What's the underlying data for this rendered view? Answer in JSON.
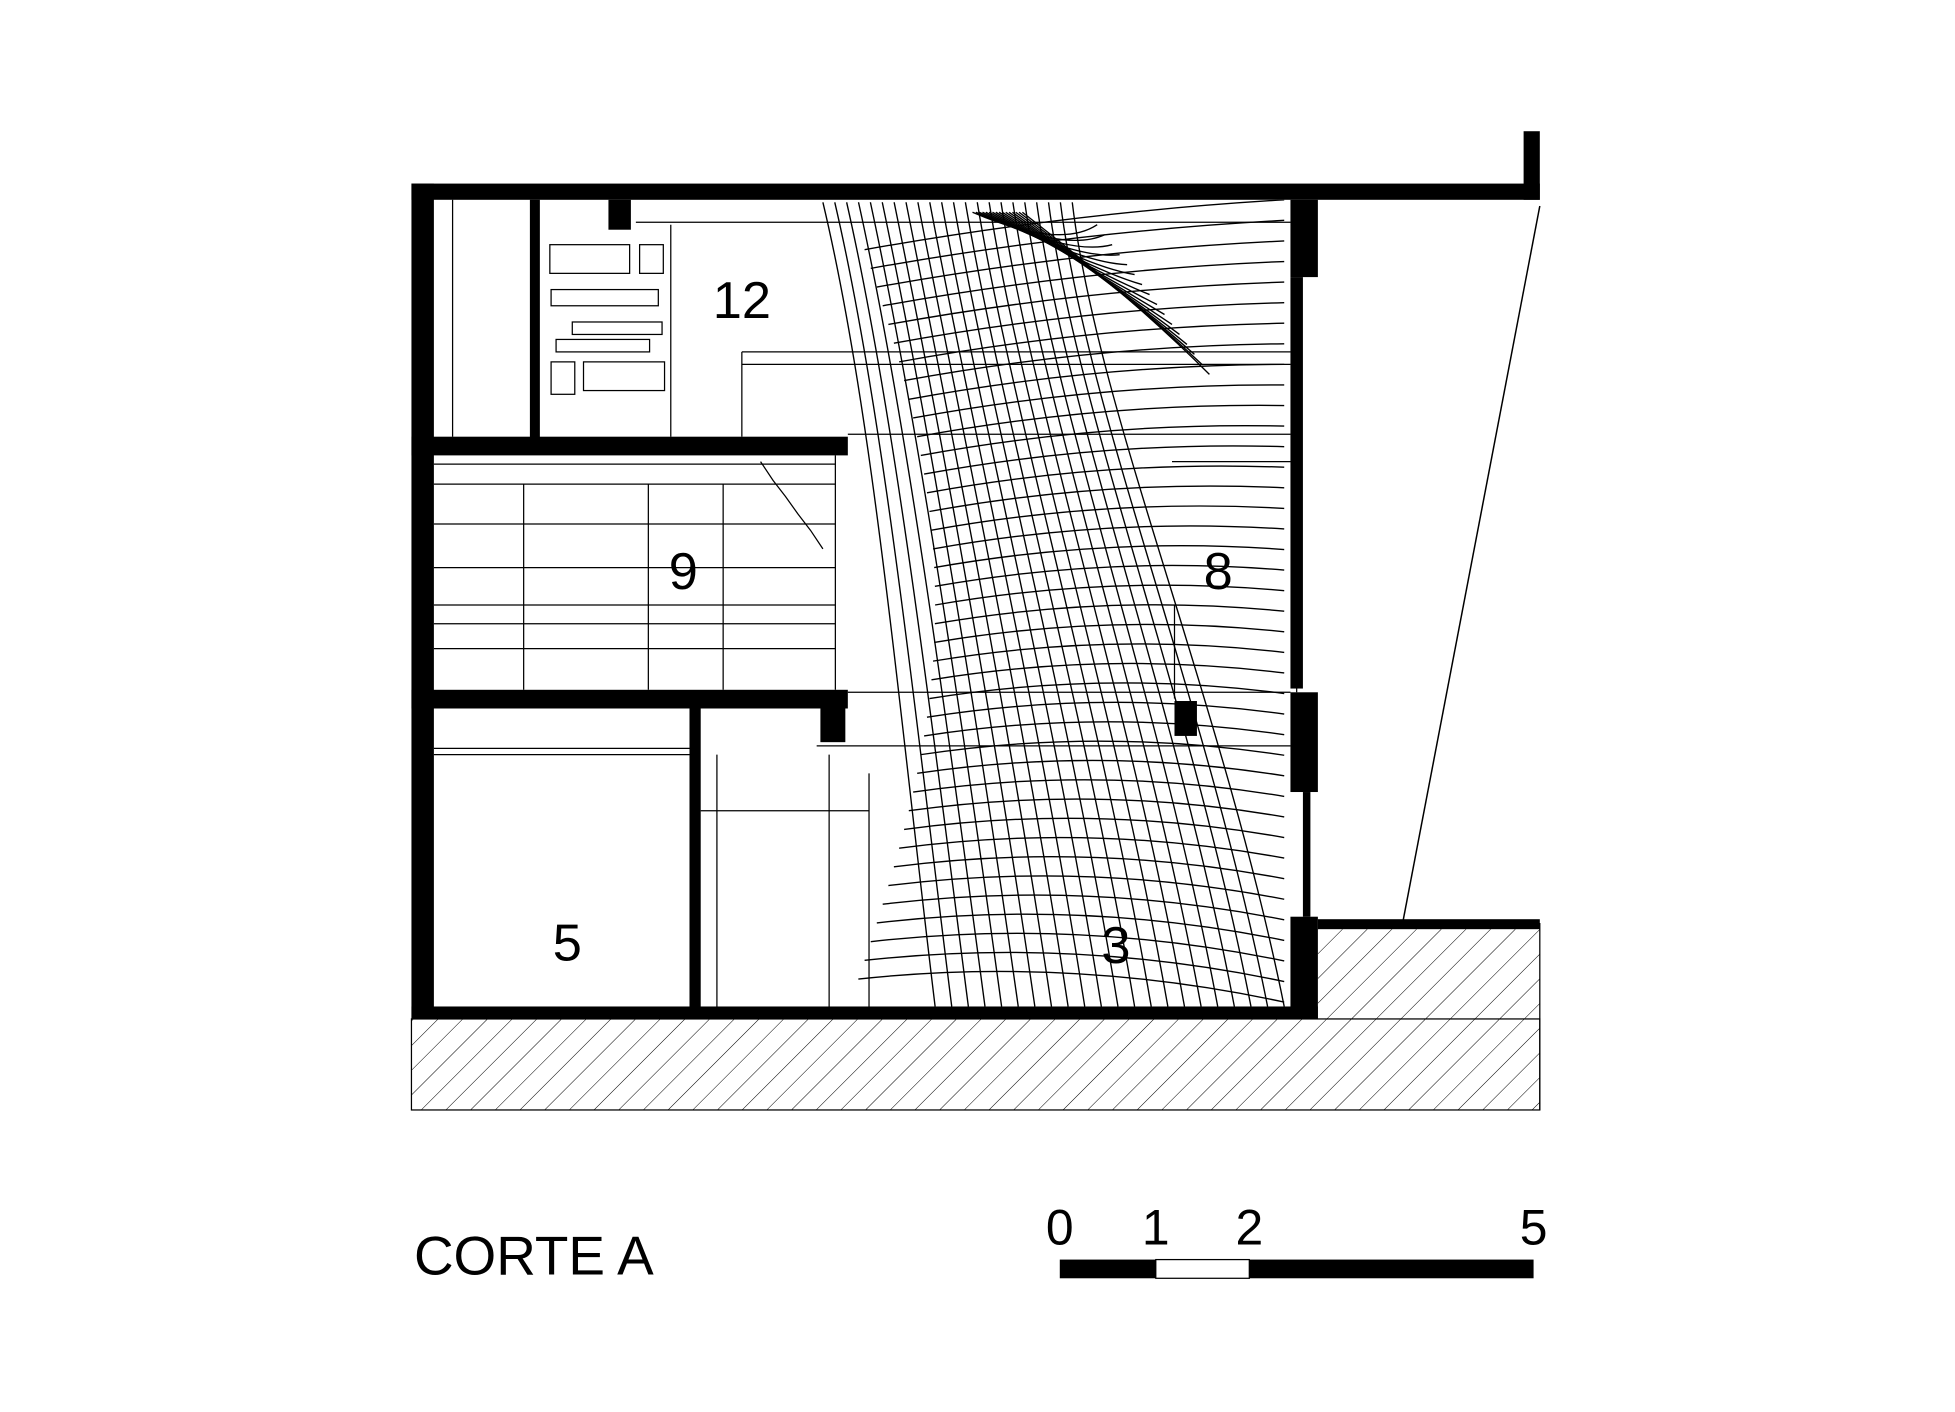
{
  "drawing": {
    "title": "CORTE A",
    "rooms": {
      "r12": "12",
      "r9": "9",
      "r8": "8",
      "r5": "5",
      "r3": "3"
    },
    "scale": {
      "t0": "0",
      "t1": "1",
      "t2": "2",
      "t5": "5"
    }
  },
  "colors": {
    "ink": "#000000",
    "paper": "#ffffff"
  }
}
